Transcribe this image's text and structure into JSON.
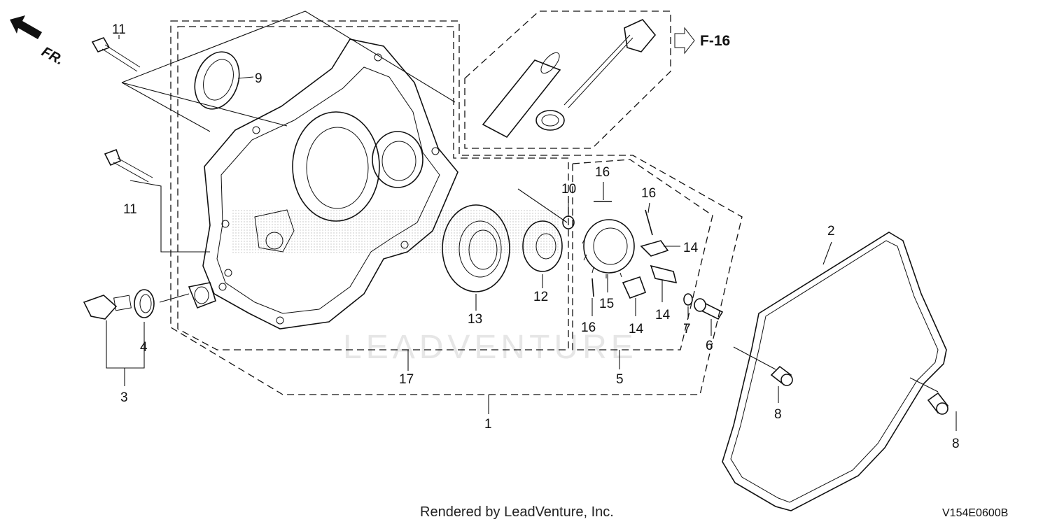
{
  "orientation": {
    "label": "FR."
  },
  "reference": {
    "label": "F-16"
  },
  "watermark": "LEADVENTURE",
  "footer": {
    "rendered_by": "Rendered by LeadVenture, Inc.",
    "diagram_code": "V154E0600B"
  },
  "callouts": {
    "c1": "1",
    "c2": "2",
    "c3": "3",
    "c4": "4",
    "c5": "5",
    "c6": "6",
    "c7": "7",
    "c8a": "8",
    "c8b": "8",
    "c9": "9",
    "c10": "10",
    "c11a": "11",
    "c11b": "11",
    "c12": "12",
    "c13": "13",
    "c14a": "14",
    "c14b": "14",
    "c14c": "14",
    "c15": "15",
    "c16a": "16",
    "c16b": "16",
    "c16c": "16",
    "c17": "17"
  }
}
